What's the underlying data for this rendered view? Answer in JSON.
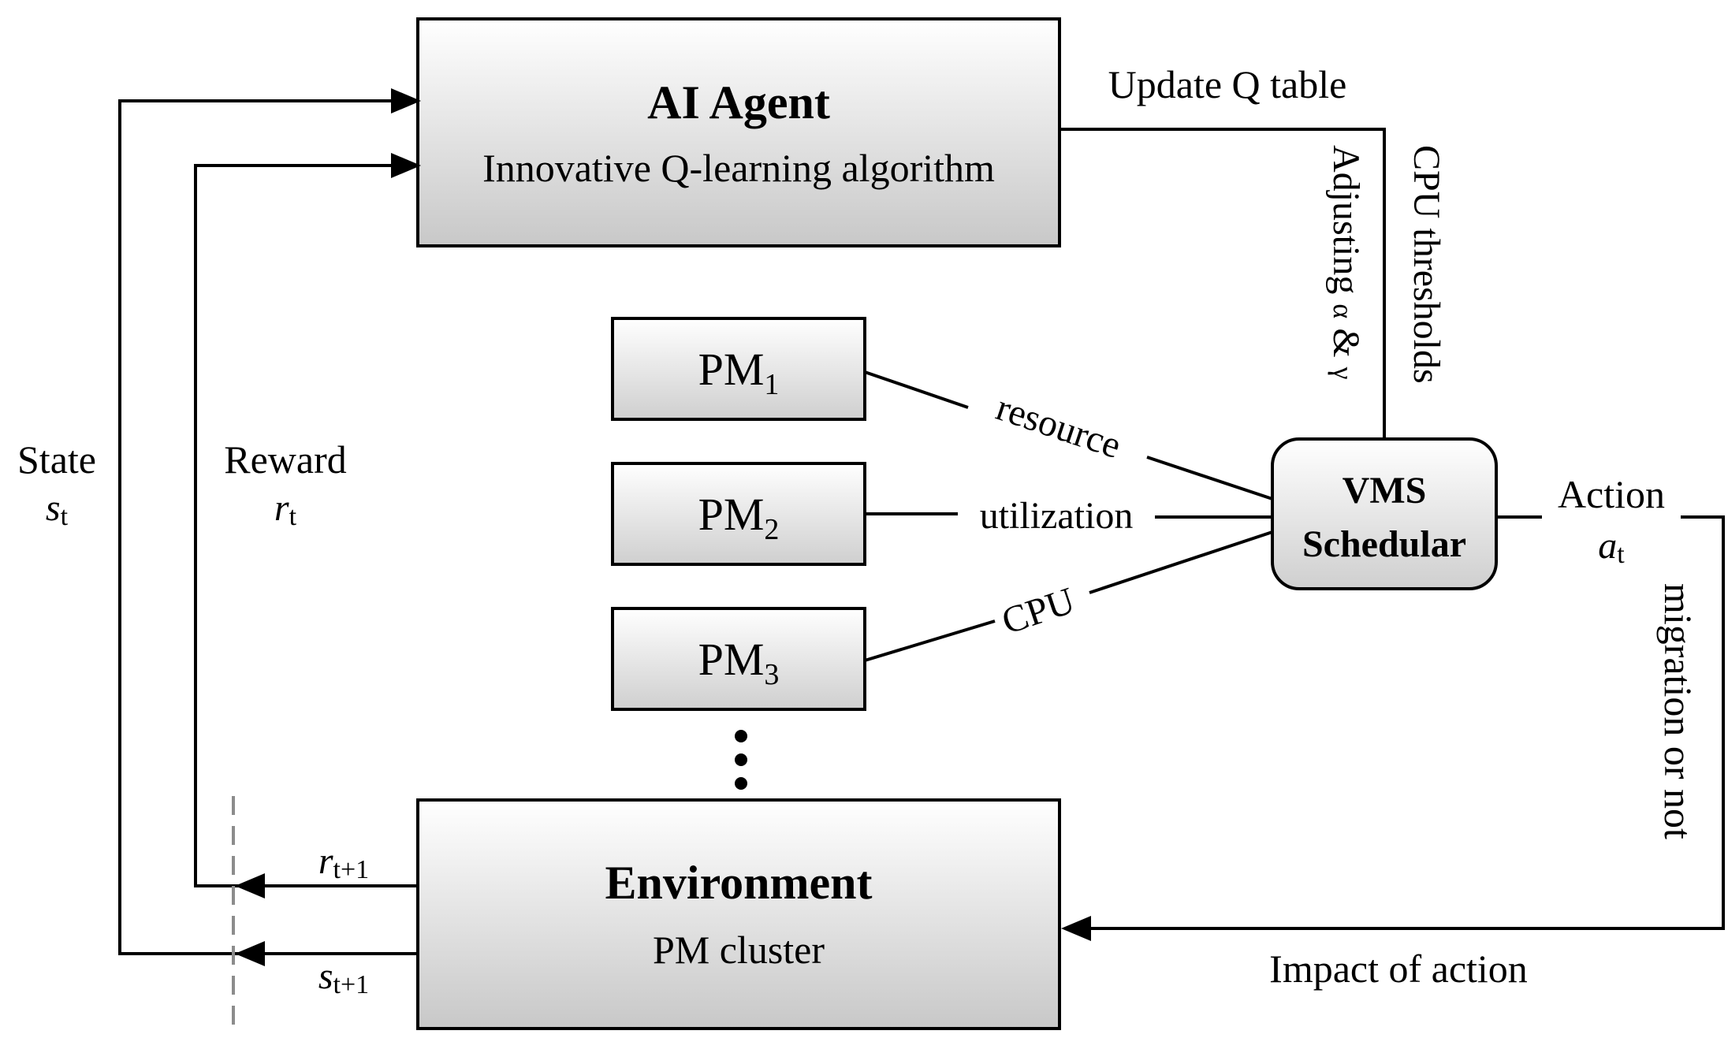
{
  "agent": {
    "title": "AI Agent",
    "subtitle": "Innovative Q-learning algorithm"
  },
  "environment": {
    "title": "Environment",
    "subtitle": "PM cluster"
  },
  "pms": [
    {
      "base": "PM",
      "sub": "1"
    },
    {
      "base": "PM",
      "sub": "2"
    },
    {
      "base": "PM",
      "sub": "3"
    }
  ],
  "scheduler": {
    "line1": "VMS",
    "line2": "Schedular"
  },
  "labels": {
    "update_q": "Update Q table",
    "adjusting_prefix": "Adjusting ",
    "alpha": "α",
    "amp": " & ",
    "gamma": "γ",
    "cpu_thresholds": "CPU thresholds",
    "resource": "resource",
    "utilization": "utilization",
    "cpu": "CPU",
    "action": "Action",
    "action_sym": "a",
    "action_sub": "t",
    "migration": "migration or not",
    "impact": "Impact of action",
    "state": "State",
    "state_sym": "s",
    "state_sub": "t",
    "reward": "Reward",
    "reward_sym": "r",
    "reward_sub": "t",
    "r_next_sym": "r",
    "r_next_sub": "t+1",
    "s_next_sym": "s",
    "s_next_sub": "t+1"
  },
  "colors": {
    "box_top": "#ffffff",
    "box_bottom": "#c8c8c8",
    "dash": "#8c8c8c"
  }
}
